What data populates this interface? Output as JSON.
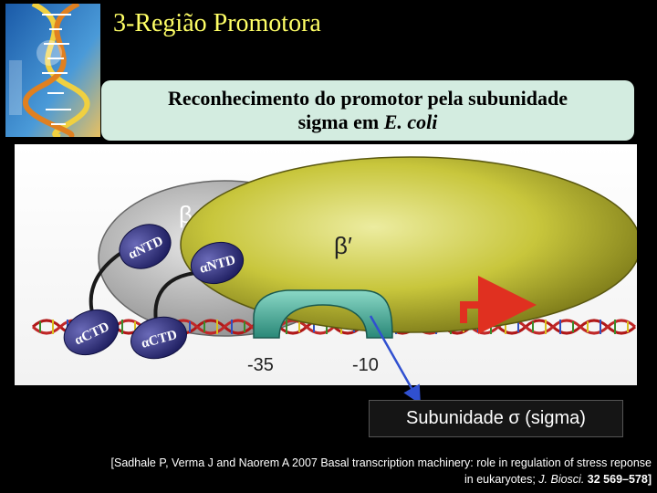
{
  "slide": {
    "title": "3-Região Promotora",
    "subtitle_line1": "Reconhecimento do promotor pela subunidade",
    "subtitle_line2_prefix": "sigma em ",
    "subtitle_line2_italic": "E. coli"
  },
  "diagram": {
    "beta_label": "β",
    "beta_prime_label": "β′",
    "alpha_ntd_label": "αNTD",
    "alpha_ctd_label": "αCTD",
    "minus35_label": "-35",
    "minus10_label": "-10"
  },
  "sigma_callout": {
    "label": "Subunidade σ (sigma)"
  },
  "citation": {
    "part1": "[Sadhale P, Verma J and Naorem A 2007 Basal transcription machinery: role in regulation of stress reponse",
    "part2": "in eukaryotes; ",
    "journal": "J. Biosci.",
    "volume": " 32 569–578]"
  },
  "colors": {
    "title": "#ffff66",
    "subtitle_bg": "#d3ece0",
    "beta_prime": "#c6c43a",
    "beta": "#b5b5b5",
    "alpha": "#3a3a8c",
    "sigma": "#4fb0a0",
    "promoter_arrow": "#e03020",
    "sigma_pointer": "#3050d0"
  }
}
